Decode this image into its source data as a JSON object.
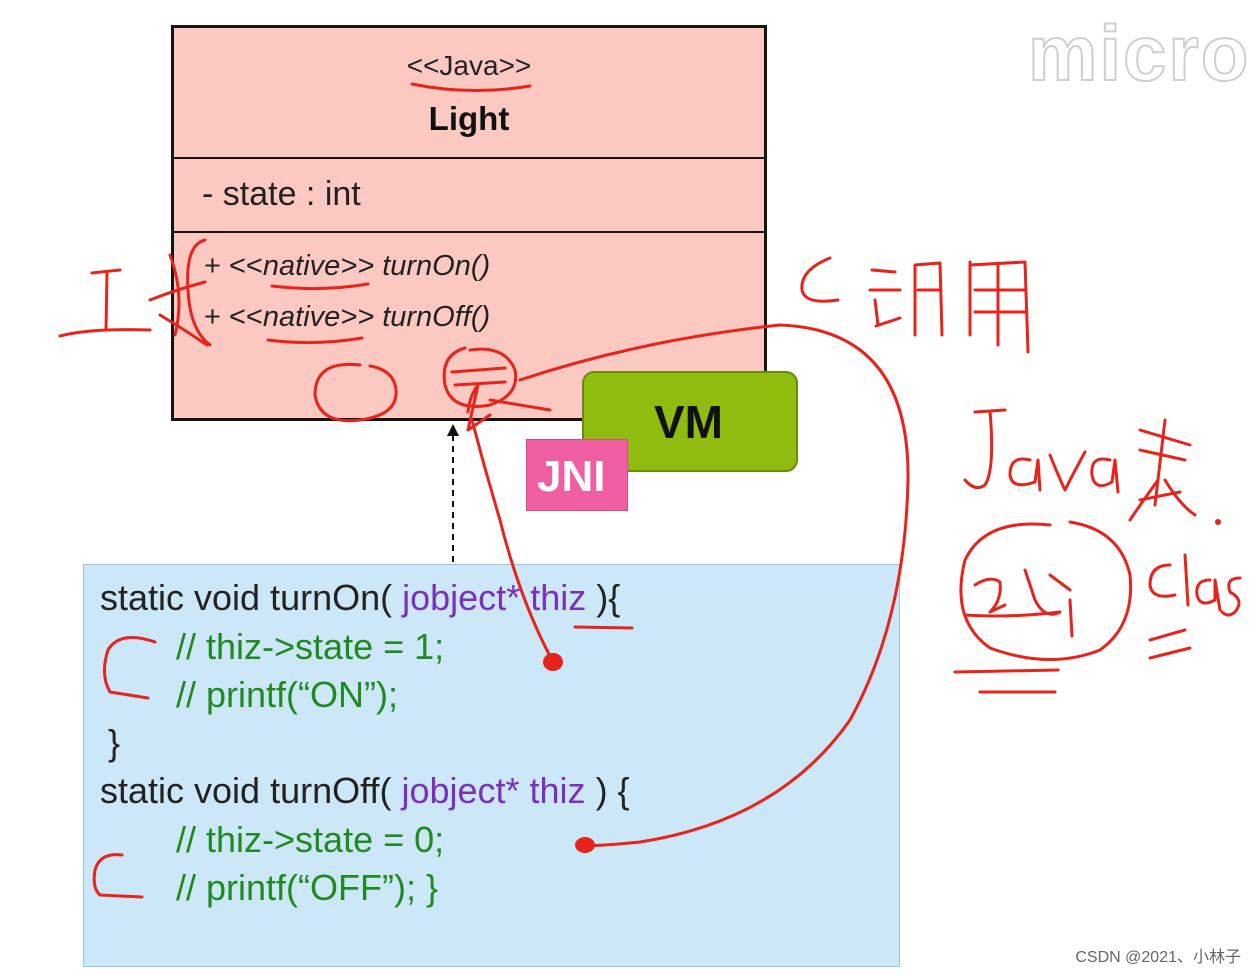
{
  "watermark": "micro",
  "uml": {
    "stereotype": "<<Java>>",
    "class_name": "Light",
    "attribute": "- state : int",
    "operations": [
      {
        "prefix": "+ <<",
        "stereo": "native",
        "mid": ">> ",
        "name": "turnOn()"
      },
      {
        "prefix": "+ <<",
        "stereo": "native",
        "mid": ">> ",
        "name": "turnOff()"
      }
    ]
  },
  "boxes": {
    "vm": "VM",
    "jni": "JNI"
  },
  "code": {
    "line1": {
      "a": "static void turnOn( ",
      "kw": "jobject* thiz",
      "b": " ){"
    },
    "line2": "// thiz->state = 1;",
    "line3": "// printf(“ON”);",
    "line4": "}",
    "line5": {
      "a": "static void turnOff( ",
      "kw": "jobject* thiz",
      "b": " ) {"
    },
    "line6": "// thiz->state = 0;",
    "line7": "// printf(“OFF”); }"
  },
  "credit": "CSDN @2021、小林子",
  "colors": {
    "ink": "#e8231b",
    "uml_fill": "#fbc9c1",
    "code_fill": "#cce8f8",
    "vm_fill": "#8fbc0f",
    "jni_fill": "#ef5fa2",
    "keyword": "#7a2fbf",
    "comment": "#1f8a1f"
  }
}
